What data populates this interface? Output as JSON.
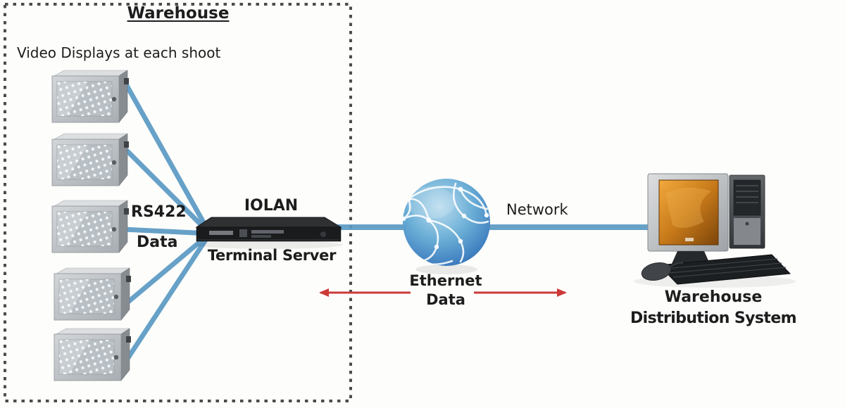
{
  "colors": {
    "background": "#fdfdfb",
    "text": "#1d1d1d",
    "link_blue": "#5b9ac4",
    "arrow_red": "#cc3a38",
    "border_dash": "#4c4c4c"
  },
  "warehouse_box": {
    "title": "Warehouse",
    "displays_caption": "Video Displays at each shoot",
    "display_count": 5,
    "serial_label": {
      "line1": "RS422",
      "line2": "Data"
    },
    "terminal_server": {
      "title": "IOLAN",
      "subtitle": "Terminal Server"
    }
  },
  "network": {
    "label": "Network",
    "link_caption": {
      "line1": "Ethernet",
      "line2": "Data"
    }
  },
  "distribution_system": {
    "caption_line1": "Warehouse",
    "caption_line2": "Distribution System"
  },
  "icons": {
    "video_display": "led-display-panel-icon",
    "terminal_server": "rack-server-icon",
    "network": "globe-network-icon",
    "distribution_system": "desktop-computer-icon"
  }
}
